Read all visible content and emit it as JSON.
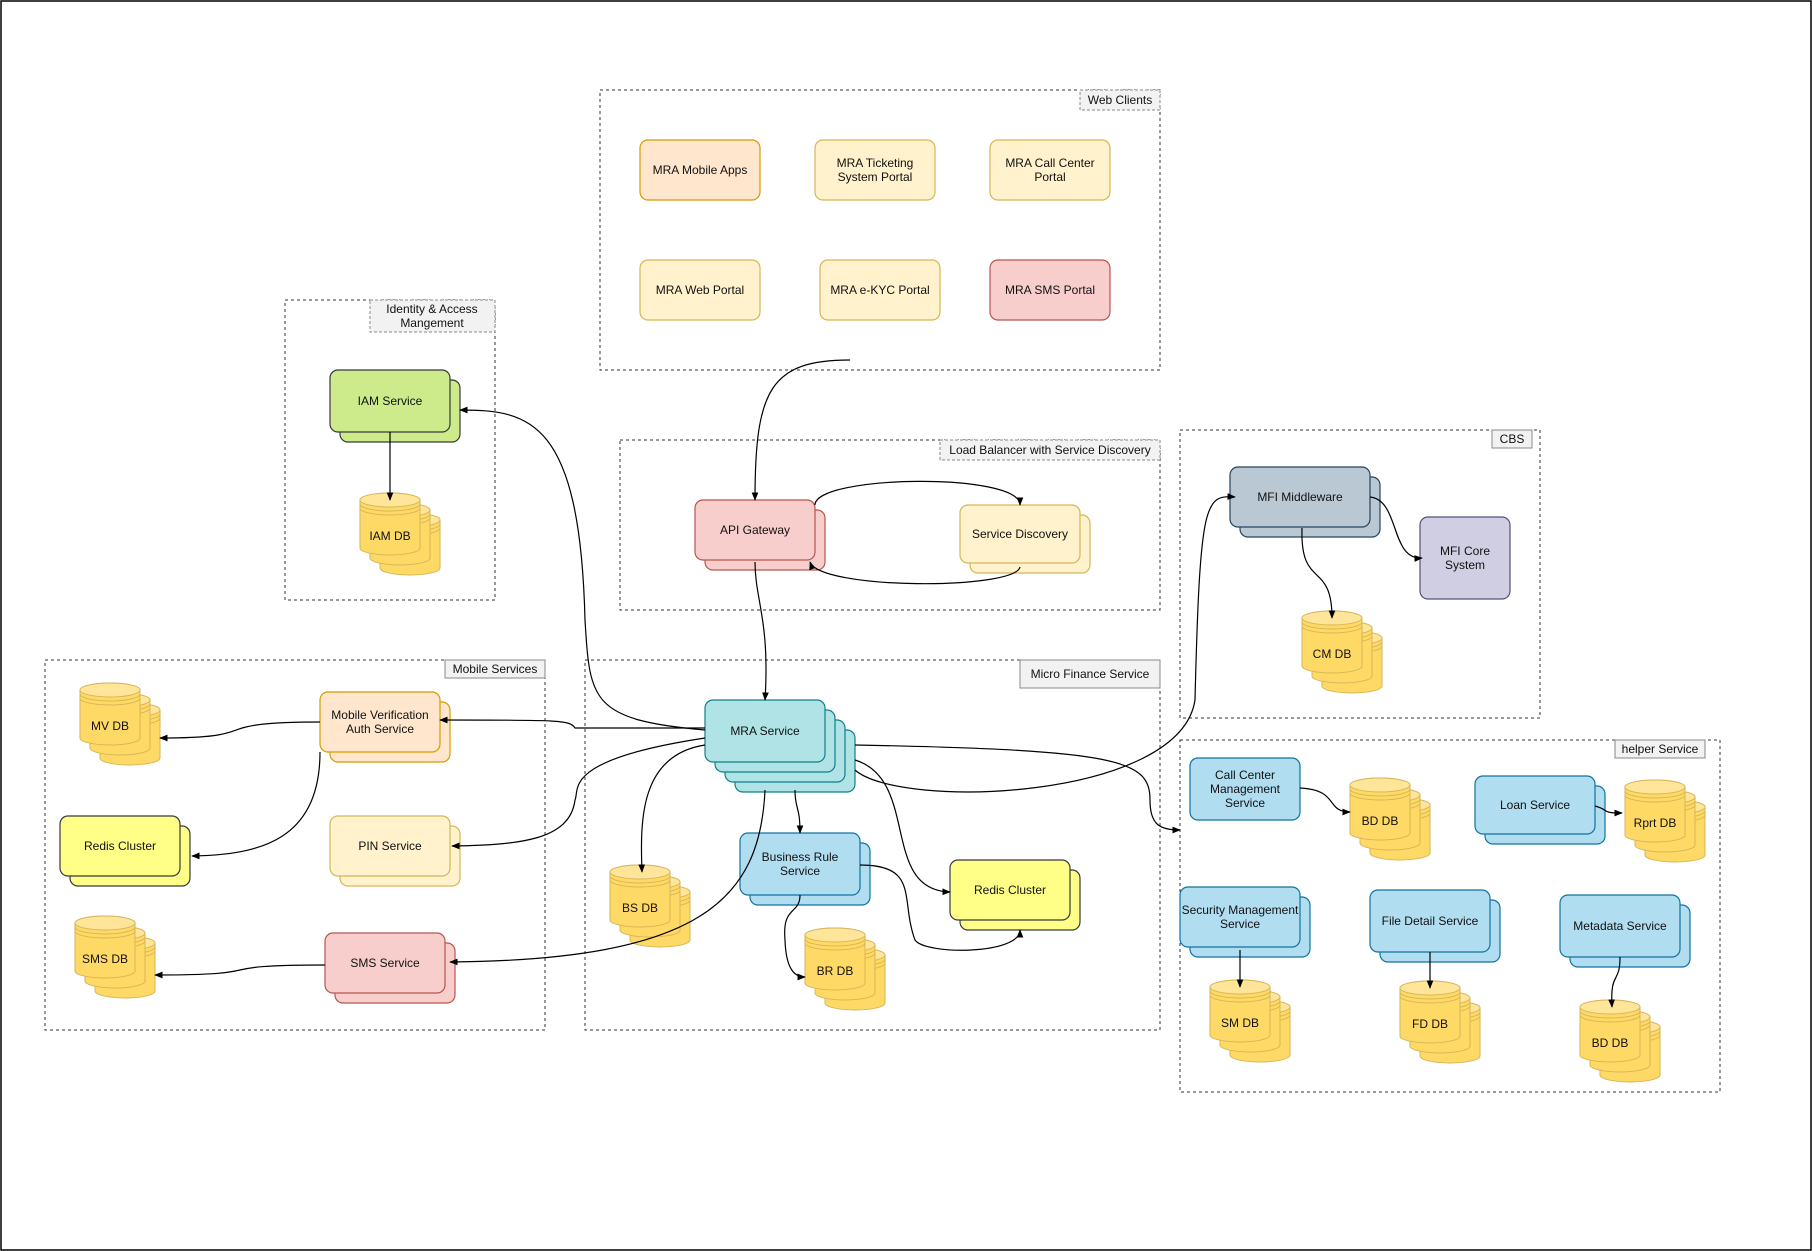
{
  "groups": {
    "web_clients": "Web Clients",
    "iam": [
      "Identity & Access",
      "Mangement"
    ],
    "load_balancer": "Load Balancer with Service Discovery",
    "cbs": "CBS",
    "mobile_services": "Mobile Services",
    "micro_finance": "Micro Finance Service",
    "helper": "helper Service"
  },
  "nodes": {
    "mra_mobile_apps": [
      "MRA Mobile Apps"
    ],
    "mra_ticketing": [
      "MRA Ticketing",
      "System Portal"
    ],
    "mra_call_center": [
      "MRA Call Center",
      "Portal"
    ],
    "mra_web_portal": [
      "MRA Web Portal"
    ],
    "mra_ekyc": [
      "MRA e-KYC Portal"
    ],
    "mra_sms_portal": [
      "MRA SMS Portal"
    ],
    "iam_service": [
      "IAM Service"
    ],
    "api_gateway": [
      "API Gateway"
    ],
    "service_discovery": [
      "Service Discovery"
    ],
    "mfi_middleware": [
      "MFI Middleware"
    ],
    "mfi_core": [
      "MFI Core",
      "System"
    ],
    "mobile_verification": [
      "Mobile Verification",
      "Auth Service"
    ],
    "redis_cluster_mobile": [
      "Redis Cluster"
    ],
    "pin_service": [
      "PIN Service"
    ],
    "sms_service": [
      "SMS  Service"
    ],
    "mra_service": [
      "MRA Service"
    ],
    "business_rule": [
      "Business Rule",
      "Service"
    ],
    "redis_cluster_mf": [
      "Redis Cluster"
    ],
    "call_center_mgmt": [
      "Call Center",
      "Management",
      "Service"
    ],
    "loan_service": [
      "Loan Service"
    ],
    "security_mgmt": [
      "Security Management",
      "Service"
    ],
    "file_detail": [
      "File Detail Service"
    ],
    "metadata_service": [
      "Metadata Service"
    ]
  },
  "databases": {
    "iam_db": "IAM DB",
    "cm_db": "CM DB",
    "mv_db": "MV DB",
    "sms_db": "SMS DB",
    "bs_db": "BS DB",
    "br_db": "BR DB",
    "bd_db_1": "BD DB",
    "rprt_db": "Rprt DB",
    "sm_db": "SM DB",
    "fd_db": "FD DB",
    "bd_db_2": "BD DB"
  },
  "colors": {
    "orange_fill": "#ffe6cc",
    "orange_stroke": "#d79b00",
    "yellow_fill": "#fff2cc",
    "yellow_stroke": "#d6b656",
    "red_fill": "#f8cecc",
    "red_stroke": "#b85450",
    "green_fill": "#cdeb8b",
    "green_stroke": "#36393d",
    "grey_fill": "#bac8d3",
    "grey_stroke": "#23445d",
    "purple_fill": "#d0cee2",
    "purple_stroke": "#56517e",
    "teal_fill": "#b0e3e6",
    "teal_stroke": "#0e8088",
    "blue_fill": "#b1ddf0",
    "blue_stroke": "#10739e",
    "redis_fill": "#ffff88",
    "redis_stroke": "#36393d",
    "db_fill": "#ffd966",
    "db_stroke": "#d6b656",
    "db_top": "#ffe599"
  }
}
